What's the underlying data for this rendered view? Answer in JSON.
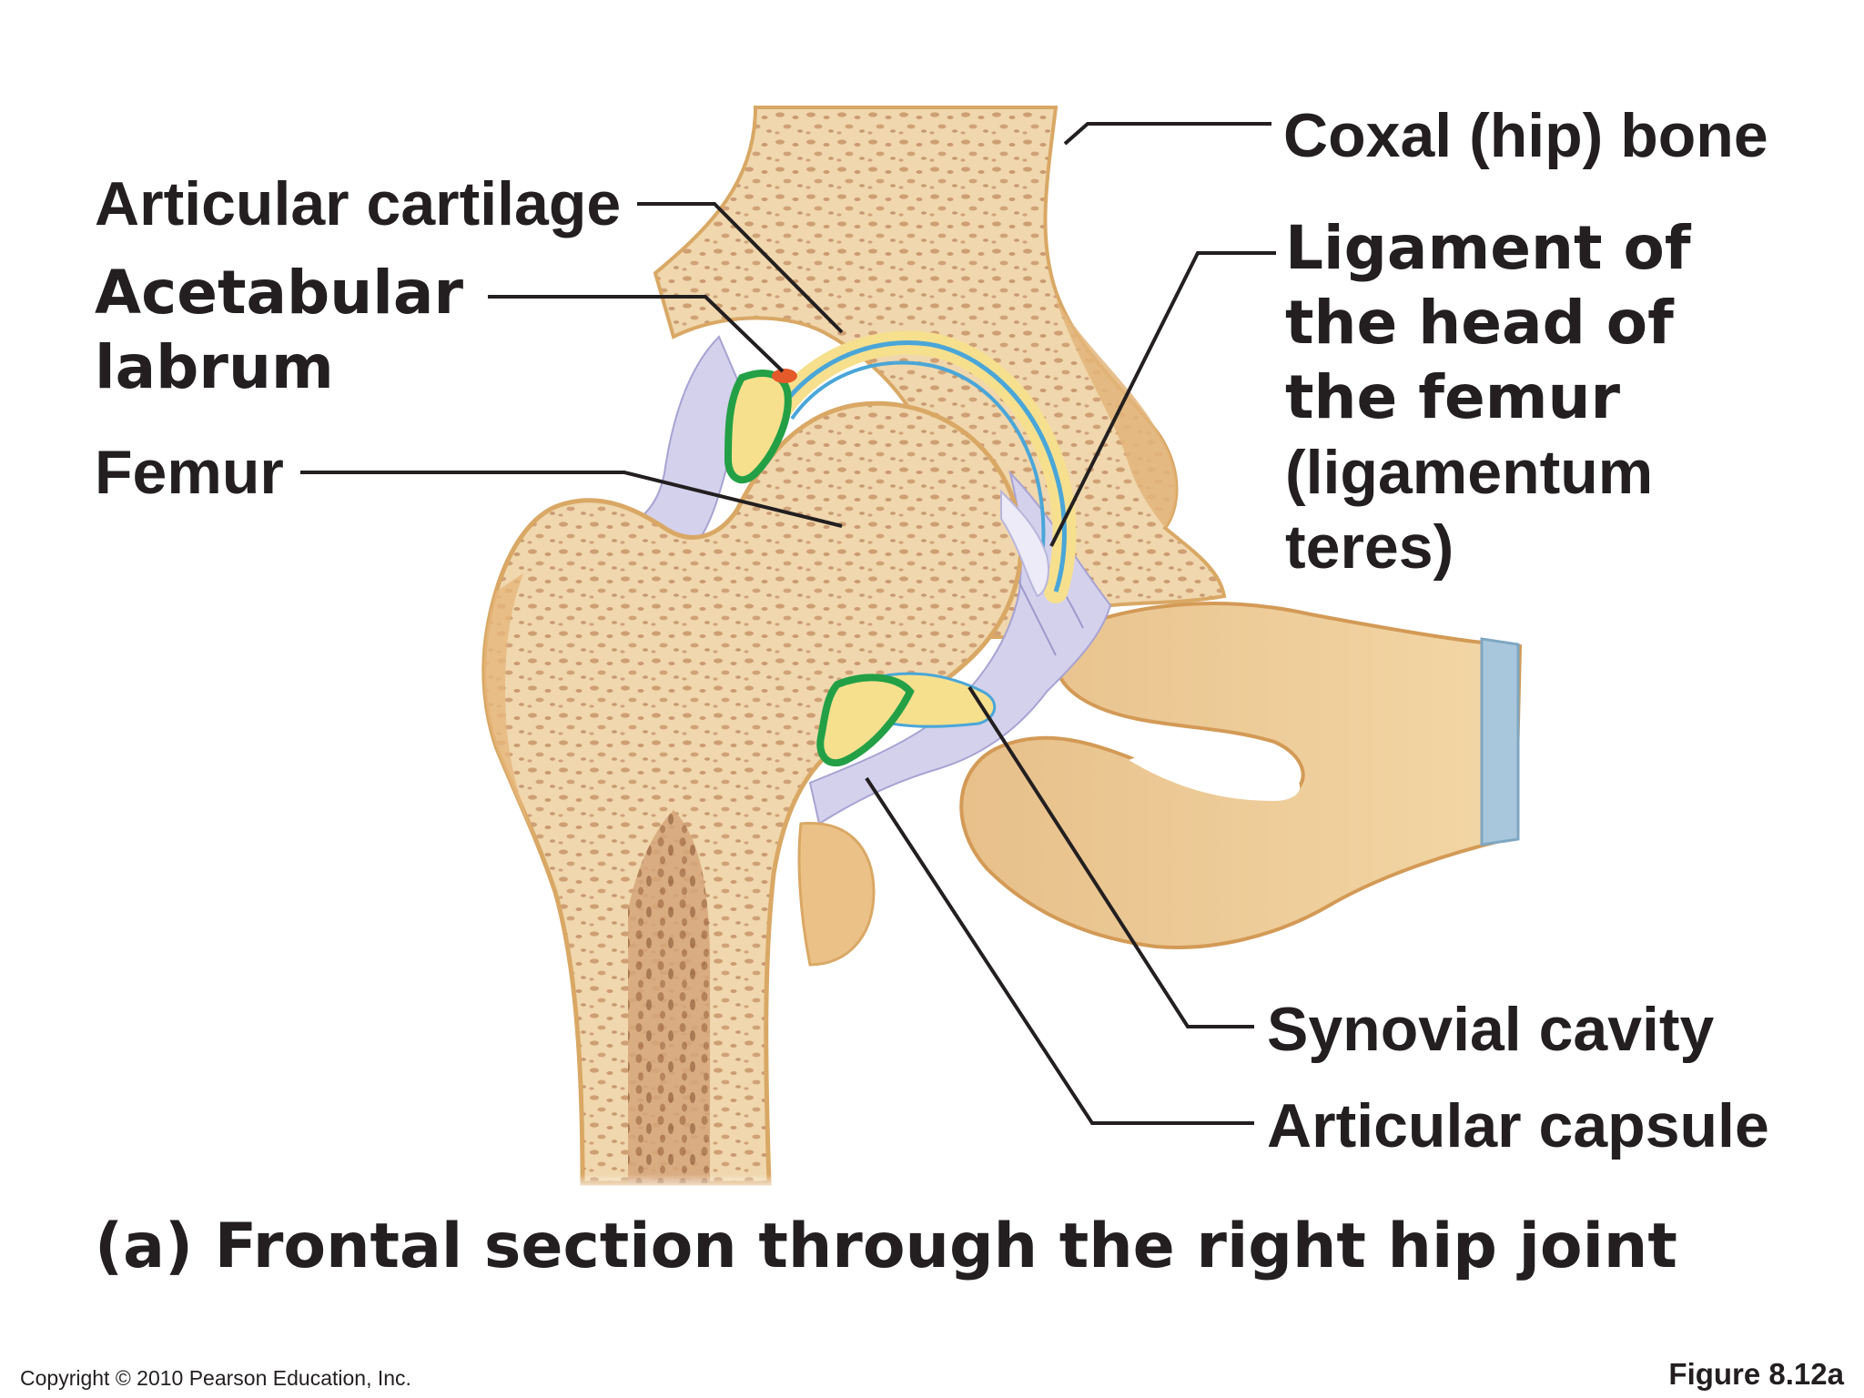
{
  "labels": {
    "articular_cartilage": "Articular cartilage",
    "acetabular_labrum": [
      "Acetabular",
      "labrum"
    ],
    "femur": "Femur",
    "coxal_bone": "Coxal (hip) bone",
    "ligament_head_femur": [
      "Ligament of",
      "the head of",
      "the femur",
      "(ligamentum",
      "teres)"
    ],
    "synovial_cavity": "Synovial cavity",
    "articular_capsule": "Articular capsule"
  },
  "caption": "(a) Frontal section through the right hip joint",
  "copyright": "Copyright © 2010 Pearson Education, Inc.",
  "figure_number": "Figure 8.12a",
  "colors": {
    "bone": "#f2dcb4",
    "bone_edge": "#d9a865",
    "spongy_bone": "#b98158",
    "cartilage_blue": "#4aa6d8",
    "cartilage_yellow": "#f6e08e",
    "labrum_green": "#23a046",
    "capsule": "#c9c6e6",
    "leader_line": "#231f20",
    "text": "#231f20"
  }
}
